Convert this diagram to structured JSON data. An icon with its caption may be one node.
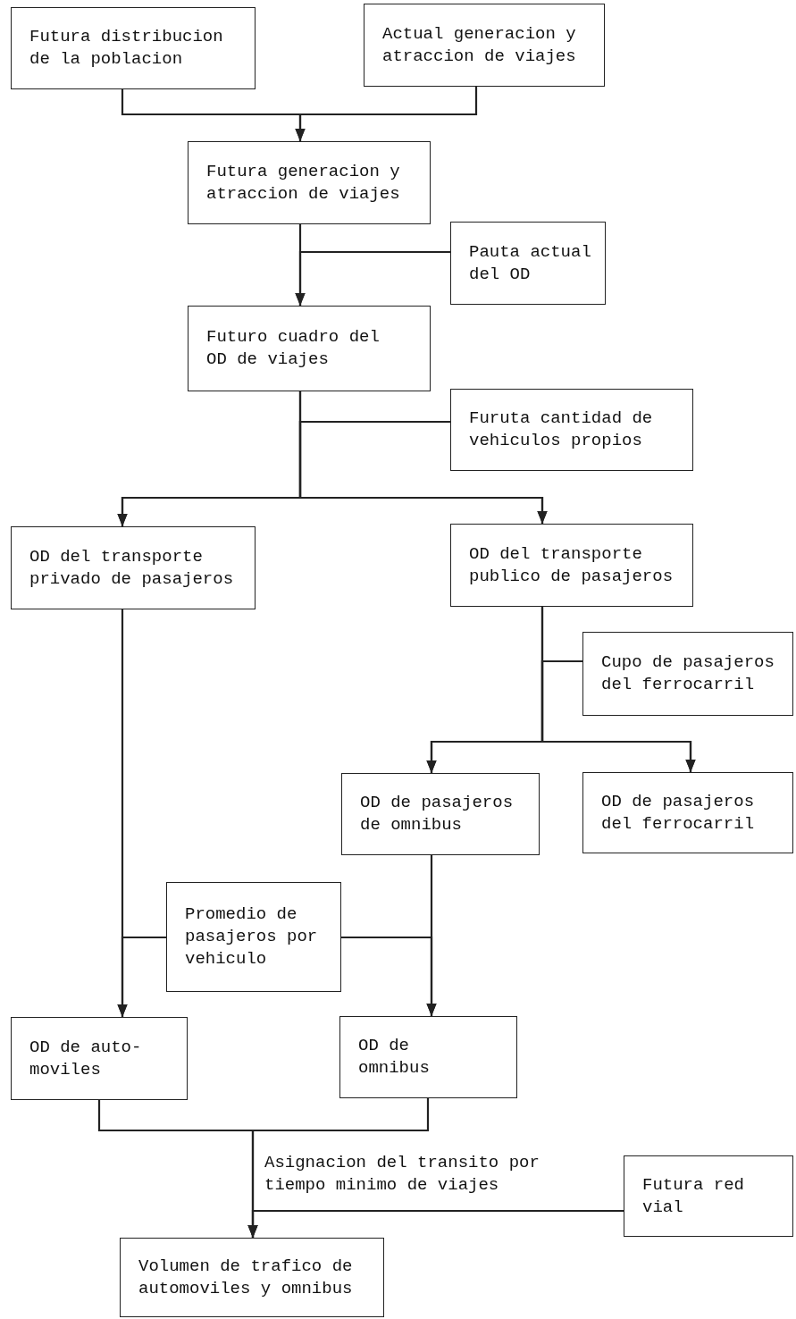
{
  "diagram": {
    "nodes": [
      {
        "text": [
          "Futura distribucion de la poblacion"
        ]
      },
      {
        "text": [
          "Actual generacion y atraccion de viajes"
        ]
      },
      {
        "text": [
          "Futura generacion y atraccion de viajes"
        ]
      },
      {
        "text": [
          "Pauta actual del OD"
        ]
      },
      {
        "text": [
          "Futuro cuadro del OD de viajes"
        ]
      },
      {
        "text": [
          "Furuta cantidad de vehiculos propios"
        ]
      },
      {
        "text": [
          "OD del transporte privado de pasajeros"
        ]
      },
      {
        "text": [
          "OD del transporte publico de pasajeros"
        ]
      },
      {
        "text": [
          "Cupo de pasajeros del ferrocarril"
        ]
      },
      {
        "text": [
          "OD de pasajeros de omnibus"
        ]
      },
      {
        "text": [
          "OD de pasajeros del ferrocarril"
        ]
      },
      {
        "text": [
          "Promedio de pasajeros por vehiculo"
        ]
      },
      {
        "text": [
          "OD de auto-moviles"
        ]
      },
      {
        "text": [
          "OD de omnibus"
        ]
      },
      {
        "text": [
          "Futura red vial"
        ]
      },
      {
        "text": [
          "Volumen de trafico de automoviles y omnibus"
        ]
      }
    ],
    "edges": [
      {
        "from": 0,
        "to": 2,
        "arrow": "to"
      },
      {
        "from": 1,
        "to": 2,
        "arrow": "to"
      },
      {
        "from": 2,
        "to": 4,
        "arrow": "to"
      },
      {
        "from": 3,
        "to": 4,
        "arrow": "to"
      },
      {
        "from": 4,
        "to": 6,
        "arrow": "to"
      },
      {
        "from": 4,
        "to": 7,
        "arrow": "to"
      },
      {
        "from": 5,
        "to": 6,
        "arrow": "to"
      },
      {
        "from": 5,
        "to": 7,
        "arrow": "to"
      },
      {
        "from": 7,
        "to": 9,
        "arrow": "to"
      },
      {
        "from": 7,
        "to": 10,
        "arrow": "to"
      },
      {
        "from": 8,
        "to": 9,
        "arrow": "to"
      },
      {
        "from": 8,
        "to": 10,
        "arrow": "to"
      },
      {
        "from": 6,
        "to": 12,
        "arrow": "to"
      },
      {
        "from": 9,
        "to": 13,
        "arrow": "to"
      },
      {
        "from": 11,
        "to": 12,
        "arrow": "to"
      },
      {
        "from": 11,
        "to": 13,
        "arrow": "to"
      },
      {
        "from": 12,
        "to": 15,
        "arrow": "to",
        "label": "Asignacion del transito por tiempo minimo de viajes"
      },
      {
        "from": 13,
        "to": 15,
        "arrow": "to"
      },
      {
        "from": 14,
        "to": 15,
        "arrow": "to"
      }
    ]
  }
}
